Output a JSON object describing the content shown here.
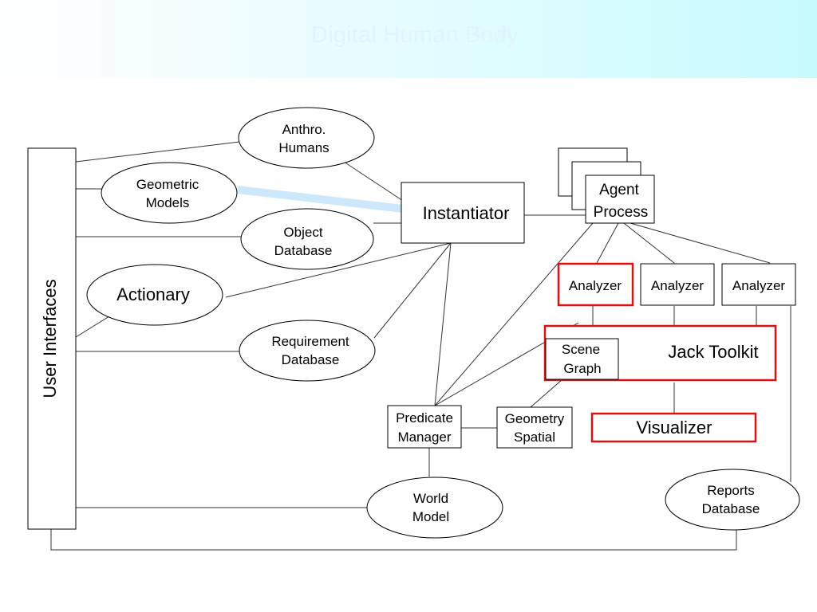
{
  "slide": {
    "title": "Digital Human Body"
  },
  "diagram": {
    "user_interfaces": "User Interfaces",
    "anthro_humans": [
      "Anthro.",
      "Humans"
    ],
    "geometric_models": [
      "Geometric",
      "Models"
    ],
    "object_database": [
      "Object",
      "Database"
    ],
    "actionary": "Actionary",
    "requirement_database": [
      "Requirement",
      "Database"
    ],
    "instantiator": "Instantiator",
    "agent_process": [
      "Agent",
      "Process"
    ],
    "analyzer_1": "Analyzer",
    "analyzer_2": "Analyzer",
    "analyzer_3": "Analyzer",
    "scene_graph": [
      "Scene",
      "Graph"
    ],
    "jack_toolkit": "Jack Toolkit",
    "visualizer": "Visualizer",
    "predicate_manager": [
      "Predicate",
      "Manager"
    ],
    "geometry_spatial": [
      "Geometry",
      "Spatial"
    ],
    "world_model": [
      "World",
      "Model"
    ],
    "reports_database": [
      "Reports",
      "Database"
    ],
    "colors": {
      "highlight_box": "#dd1111",
      "highlight_link": "#cce8fa",
      "header_gradient_end": "#c8fbfd"
    }
  }
}
